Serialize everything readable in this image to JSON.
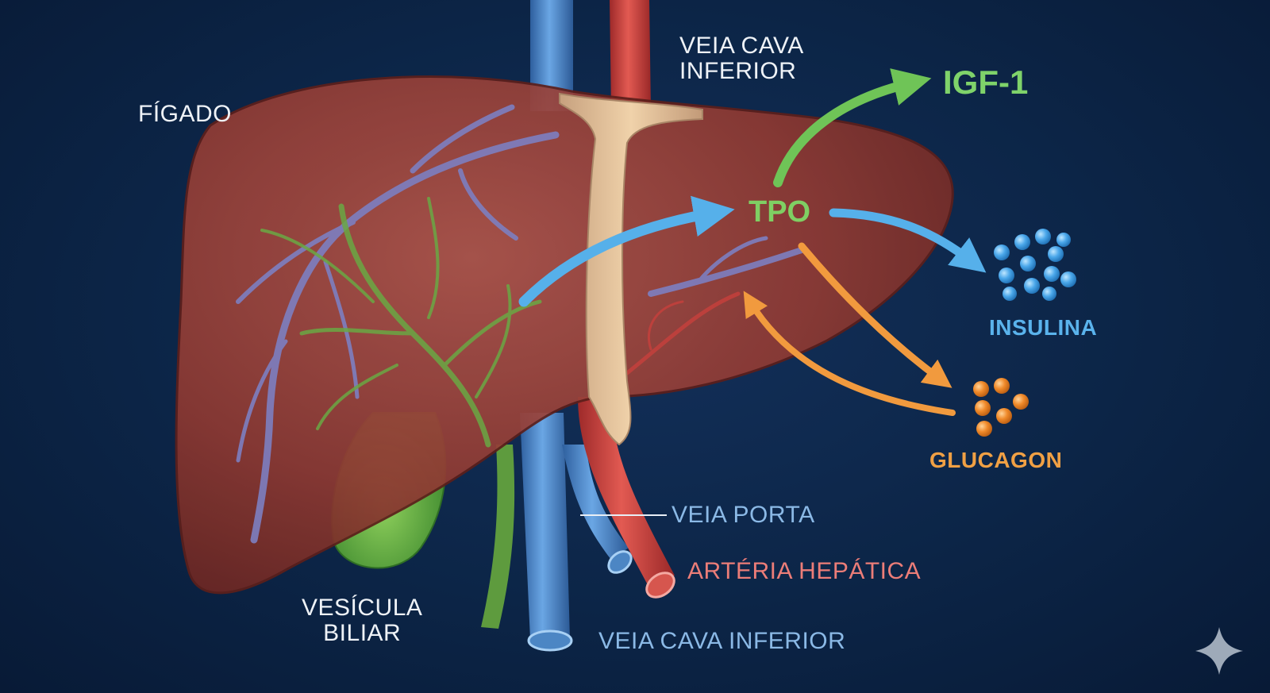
{
  "labels": {
    "figado": "FÍGADO",
    "veia_cava_top_line1": "VEIA CAVA",
    "veia_cava_top_line2": "INFERIOR",
    "igf1": "IGF-1",
    "tpo": "TPO",
    "insulina": "INSULINA",
    "glucagon": "GLUCAGON",
    "veia_porta": "VEIA PORTA",
    "arteria_hepatica": "ARTÉRIA HEPÁTICA",
    "vesicula_line1": "VESÍCULA",
    "vesicula_line2": "BILIAR",
    "veia_cava_bottom": "VEIA CAVA INFERIOR"
  },
  "colors": {
    "background": "#0c2547",
    "liver": "#8e3a33",
    "vein_blue": "#4a86c8",
    "artery_red": "#c8403c",
    "bile_green": "#6aa844",
    "igf_green": "#7fd36a",
    "insulin_blue": "#5ab3ec",
    "glucagon_orange": "#f0a044"
  },
  "icons": {
    "sparkle": "sparkle-icon"
  }
}
